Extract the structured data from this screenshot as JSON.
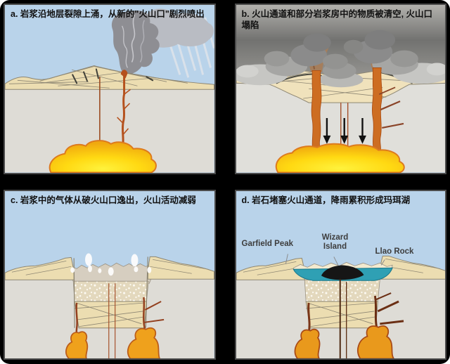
{
  "figure": {
    "description": "four-stage caldera formation diagram",
    "panels": [
      {
        "id": "a",
        "caption": "a. 岩浆沿地层裂隙上涌，从新的\"火山口\"剧烈喷出"
      },
      {
        "id": "b",
        "caption": "b. 火山通道和部分岩浆房中的物质被清空, 火山口塌陷"
      },
      {
        "id": "c",
        "caption": "c. 岩浆中的气体从破火山口逸出，火山活动减弱"
      },
      {
        "id": "d",
        "caption": "d. 岩石堵塞火山通道，降雨累积形成玛珥湖"
      }
    ],
    "panel_d_labels": {
      "garfield_peak": "Garfield Peak",
      "wizard_island": "Wizard Island",
      "llao_rock": "Llao Rock"
    },
    "colors": {
      "sky_blue": "#b9d3ea",
      "ash_sky": "#6f6f6f",
      "underground_gray": "#dedcd6",
      "rock_tan": "#ecddb1",
      "magma_yellow": "#ffd912",
      "magma_outline": "#dd7a1e",
      "conduit_red_brown": "#a84a20",
      "lake_teal": "#2fa0b4",
      "island_black": "#161616",
      "frame_black": "#000000"
    }
  }
}
